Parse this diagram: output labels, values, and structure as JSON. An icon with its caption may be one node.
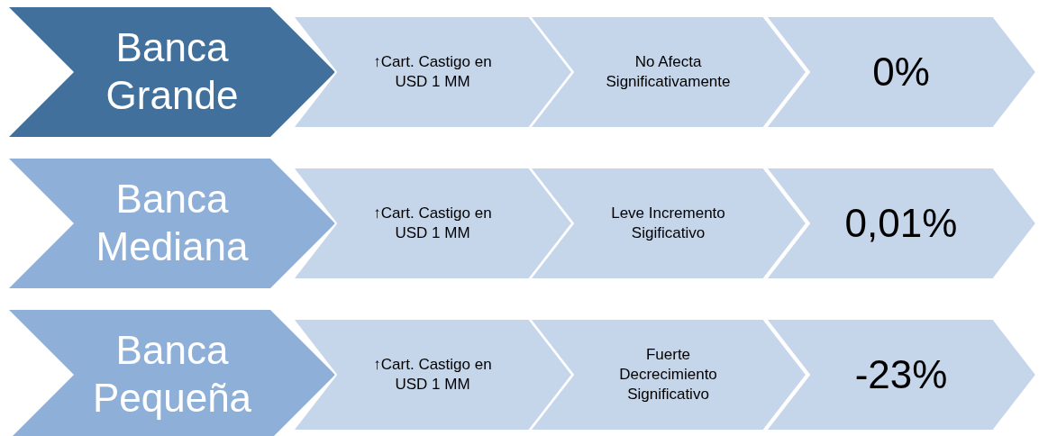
{
  "diagram": {
    "nodes": [
      {
        "text": [
          "Banca Grande"
        ]
      },
      {
        "text": [
          "↑Cart. Castigo en USD 1 MM"
        ]
      },
      {
        "text": [
          "No Afecta Significativamente"
        ]
      },
      {
        "text": [
          "0%"
        ]
      },
      {
        "text": [
          "Banca Mediana"
        ]
      },
      {
        "text": [
          "↑Cart. Castigo en USD 1 MM"
        ]
      },
      {
        "text": [
          "Leve Incremento Sigificativo"
        ]
      },
      {
        "text": [
          "0,01%"
        ]
      },
      {
        "text": [
          "Banca Pequeña"
        ]
      },
      {
        "text": [
          "↑Cart. Castigo en USD 1 MM"
        ]
      },
      {
        "text": [
          "Fuerte Decrecimiento Significativo"
        ]
      },
      {
        "text": [
          "-23%"
        ]
      }
    ]
  }
}
